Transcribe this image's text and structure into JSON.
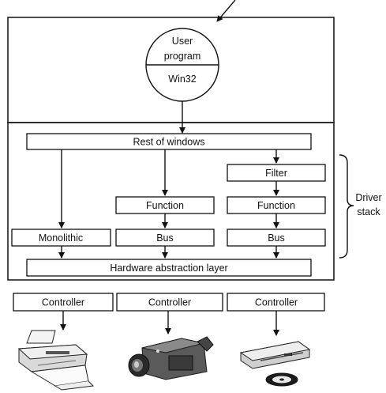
{
  "user_mode": {
    "user_program_line1": "User",
    "user_program_line2": "program",
    "win32": "Win32"
  },
  "kernel": {
    "rest_of_windows": "Rest of windows",
    "filter": "Filter",
    "function_middle": "Function",
    "function_right": "Function",
    "monolithic": "Monolithic",
    "bus_middle": "Bus",
    "bus_right": "Bus",
    "hal": "Hardware abstraction layer"
  },
  "driver_stack": {
    "line1": "Driver",
    "line2": "stack"
  },
  "controllers": [
    "Controller",
    "Controller",
    "Controller"
  ],
  "devices": [
    "printer-icon",
    "camcorder-icon",
    "disk-drive-icon"
  ]
}
